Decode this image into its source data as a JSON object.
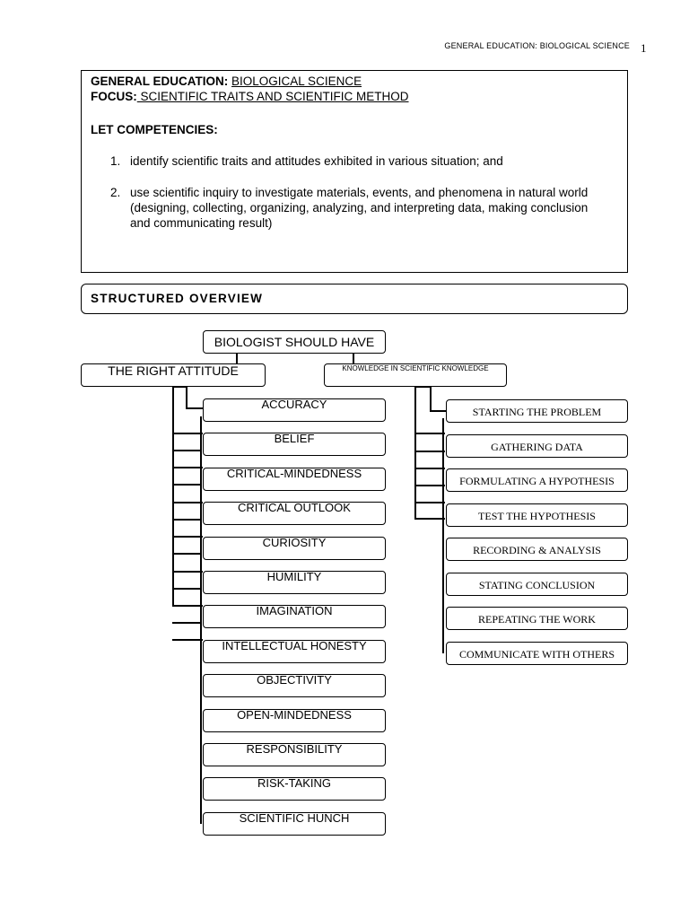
{
  "header": {
    "running_title": "GENERAL EDUCATION: BIOLOGICAL SCIENCE",
    "page_number": "1"
  },
  "intro": {
    "gen_ed_label": "GENERAL EDUCATION:",
    "gen_ed_value": "BIOLOGICAL SCIENCE",
    "focus_label": "FOCUS:",
    "focus_value": " SCIENTIFIC TRAITS AND SCIENTIFIC METHOD",
    "competencies_heading": "LET COMPETENCIES:",
    "competencies": [
      {
        "num": "1.",
        "text": "identify scientific traits and attitudes exhibited  in various situation; and"
      },
      {
        "num": "2.",
        "text": "use scientific inquiry to investigate materials, events, and phenomena in natural world (designing, collecting, organizing, analyzing, and interpreting data, making conclusion and communicating result)"
      }
    ]
  },
  "overview": {
    "title": "STRUCTURED OVERVIEW"
  },
  "diagram": {
    "root": "BIOLOGIST SHOULD HAVE",
    "left_branch": "THE RIGHT ATTITUDE",
    "right_branch": "KNOWLEDGE IN SCIENTIFIC KNOWLEDGE",
    "attitudes": [
      "ACCURACY",
      "BELIEF",
      "CRITICAL-MINDEDNESS",
      "CRITICAL OUTLOOK",
      "CURIOSITY",
      "HUMILITY",
      "IMAGINATION",
      "INTELLECTUAL HONESTY",
      "OBJECTIVITY",
      "OPEN-MINDEDNESS",
      "RESPONSIBILITY",
      "RISK-TAKING",
      "SCIENTIFIC HUNCH"
    ],
    "steps": [
      "STARTING THE PROBLEM",
      "GATHERING DATA",
      "FORMULATING A HYPOTHESIS",
      "TEST THE HYPOTHESIS",
      "RECORDING & ANALYSIS",
      "STATING CONCLUSION",
      "REPEATING THE WORK",
      "COMMUNICATE WITH OTHERS"
    ]
  }
}
